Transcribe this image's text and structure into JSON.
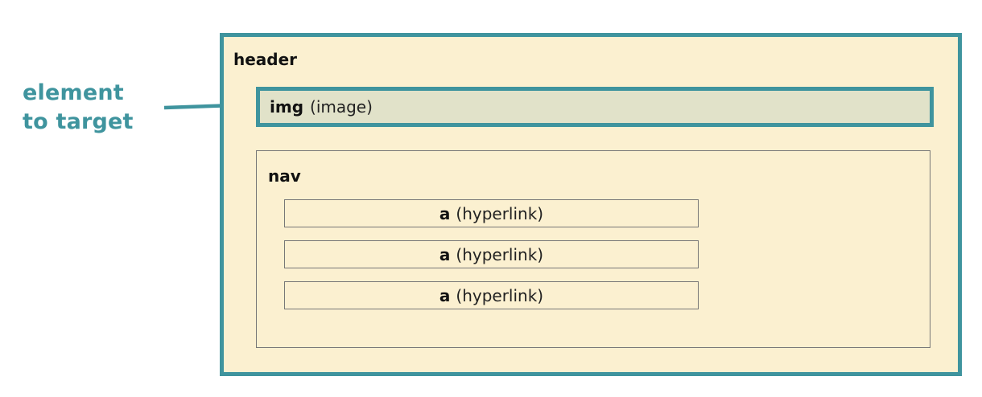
{
  "colors": {
    "accent": "#3f949e",
    "box_fill": "#fbf0d0",
    "target_fill": "#e1e2c9"
  },
  "callout": {
    "line1": "element",
    "line2": "to target"
  },
  "header": {
    "label": "header",
    "img": {
      "tag": "img",
      "desc": "(image)"
    },
    "nav": {
      "label": "nav",
      "links": [
        {
          "tag": "a",
          "desc": "(hyperlink)"
        },
        {
          "tag": "a",
          "desc": "(hyperlink)"
        },
        {
          "tag": "a",
          "desc": "(hyperlink)"
        }
      ]
    }
  }
}
